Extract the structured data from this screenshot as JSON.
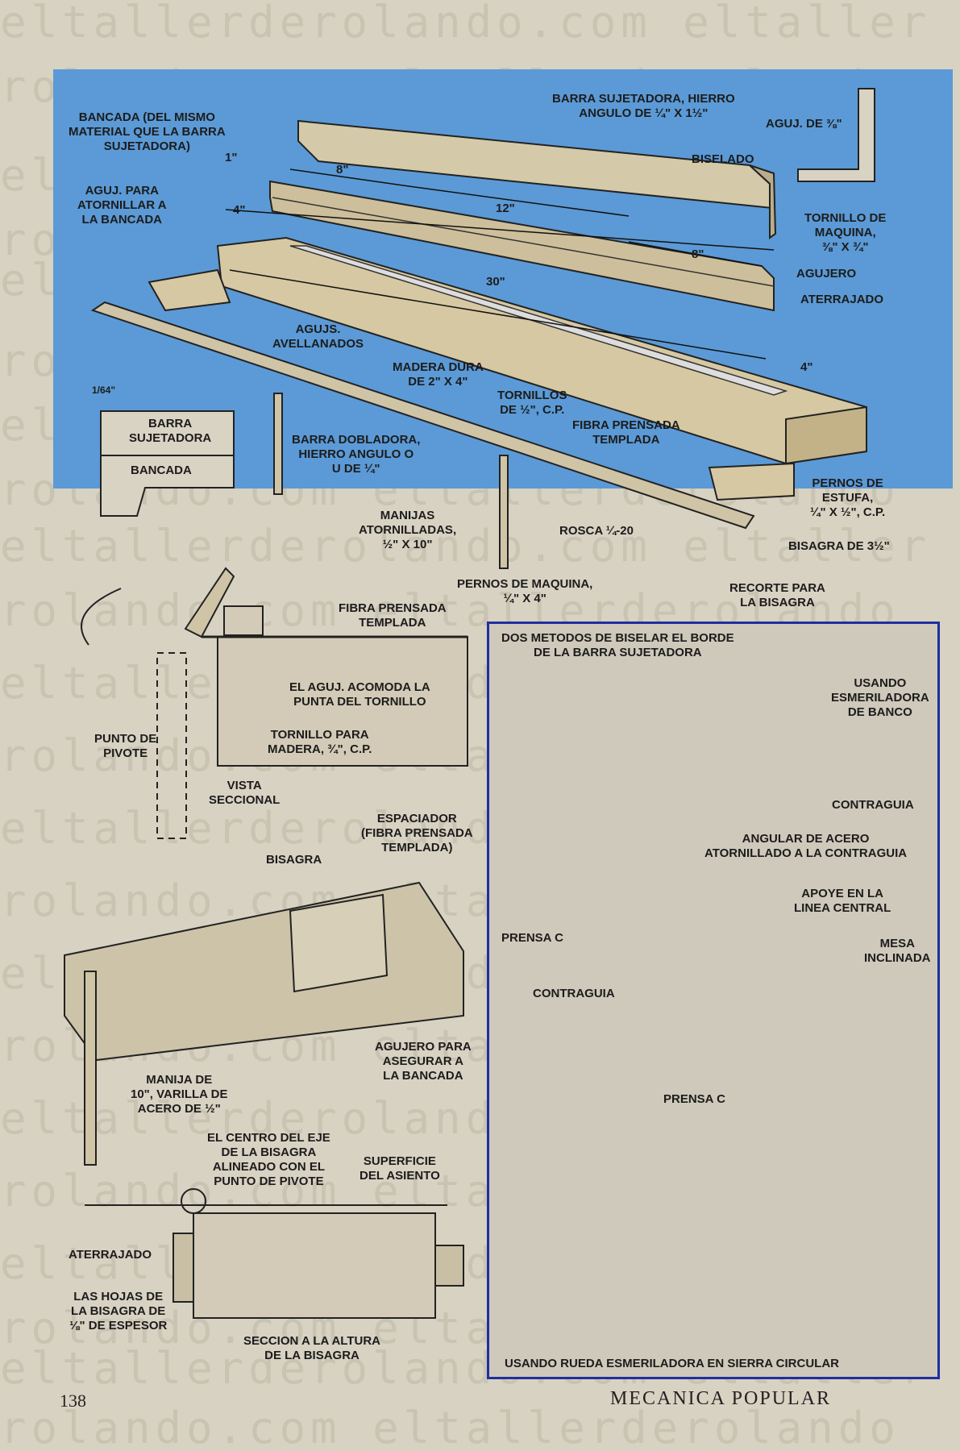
{
  "watermark": {
    "line_a": "eltallerderolando.com eltaller",
    "line_b": "rolando.com eltallerderolando"
  },
  "page_number": "138",
  "magazine": "MECANICA POPULAR",
  "top_labels": {
    "bancada": "BANCADA (DEL MISMO\nMATERIAL QUE LA BARRA\nSUJETADORA)",
    "barra_sujetadora": "BARRA SUJETADORA, HIERRO\nANGULO DE ¼\" X 1½\"",
    "aguj_38": "AGUJ. DE ⅜\"",
    "biselado": "BISELADO",
    "dim_1": "1\"",
    "dim_8a": "8\"",
    "aguj_atornillar": "AGUJ. PARA\nATORNILLAR A\nLA BANCADA",
    "dim_4a": "4\"",
    "dim_12": "12\"",
    "tornillo_maquina": "TORNILLO DE\nMAQUINA,\n⅜\" X ¾\"",
    "dim_8b": "8\"",
    "agujero": "AGUJERO",
    "dim_30": "30\"",
    "aterrajado": "ATERRAJADO",
    "aguj_avellanados": "AGUJS.\nAVELLANADOS",
    "madera_dura": "MADERA DURA\nDE 2\" X 4\"",
    "dim_4b": "4\"",
    "dim_164": "1/64\"",
    "tornillos_12": "TORNILLOS\nDE ½\", C.P.",
    "fibra_templada": "FIBRA PRENSADA\nTEMPLADA",
    "barra_sec": "BARRA\nSUJETADORA",
    "bancada_sec": "BANCADA",
    "barra_dobladora": "BARRA DOBLADORA,\nHIERRO ANGULO O\nU DE ¼\"",
    "pernos_estufa": "PERNOS DE\nESTUFA,\n¼\" X ½\", C.P.",
    "manijas": "MANIJAS\nATORNILLADAS,\n½\" X 10\"",
    "rosca": "ROSCA ¼-20",
    "bisagra_312": "BISAGRA DE 3½\"",
    "pernos_maquina": "PERNOS DE MAQUINA,\n¼\" X 4\"",
    "recorte": "RECORTE PARA\nLA BISAGRA"
  },
  "left_labels": {
    "fibra_templada2": "FIBRA PRENSADA\nTEMPLADA",
    "aguj_acomoda": "EL AGUJ. ACOMODA LA\nPUNTA DEL TORNILLO",
    "punto_pivote": "PUNTO DE\nPIVOTE",
    "tornillo_madera": "TORNILLO PARA\nMADERA, ¾\", C.P.",
    "vista_seccional": "VISTA\nSECCIONAL",
    "espaciador": "ESPACIADOR\n(FIBRA PRENSADA\nTEMPLADA)",
    "bisagra": "BISAGRA",
    "agujero_asegurar": "AGUJERO PARA\nASEGURAR A\nLA BANCADA",
    "manija_10": "MANIJA DE\n10\", VARILLA DE\nACERO DE ½\"",
    "centro_eje": "EL CENTRO DEL EJE\nDE LA BISAGRA\nALINEADO CON EL\nPUNTO DE PIVOTE",
    "superficie": "SUPERFICIE\nDEL ASIENTO",
    "aterrajado2": "ATERRAJADO",
    "hojas_bisagra": "LAS HOJAS DE\nLA BISAGRA DE\n⅛\" DE ESPESOR",
    "seccion_bisagra": "SECCION A LA ALTURA\nDE LA BISAGRA"
  },
  "right_labels": {
    "dos_metodos": "DOS METODOS DE BISELAR EL BORDE\nDE LA BARRA SUJETADORA",
    "usando_esmeriladora": "USANDO\nESMERILADORA\nDE BANCO",
    "contraguia": "CONTRAGUIA",
    "angular_acero": "ANGULAR DE ACERO\nATORNILLADO A LA CONTRAGUIA",
    "apoye": "APOYE EN LA\nLINEA CENTRAL",
    "prensa_c": "PRENSA C",
    "mesa_inclinada": "MESA\nINCLINADA",
    "contraguia2": "CONTRAGUIA",
    "prensa_c2": "PRENSA C",
    "usando_rueda": "USANDO RUEDA ESMERILADORA EN SIERRA CIRCULAR"
  },
  "colors": {
    "blue_panel": "#5b9ad6",
    "frame": "#1f2f9f",
    "paper": "#d8d2c3"
  }
}
